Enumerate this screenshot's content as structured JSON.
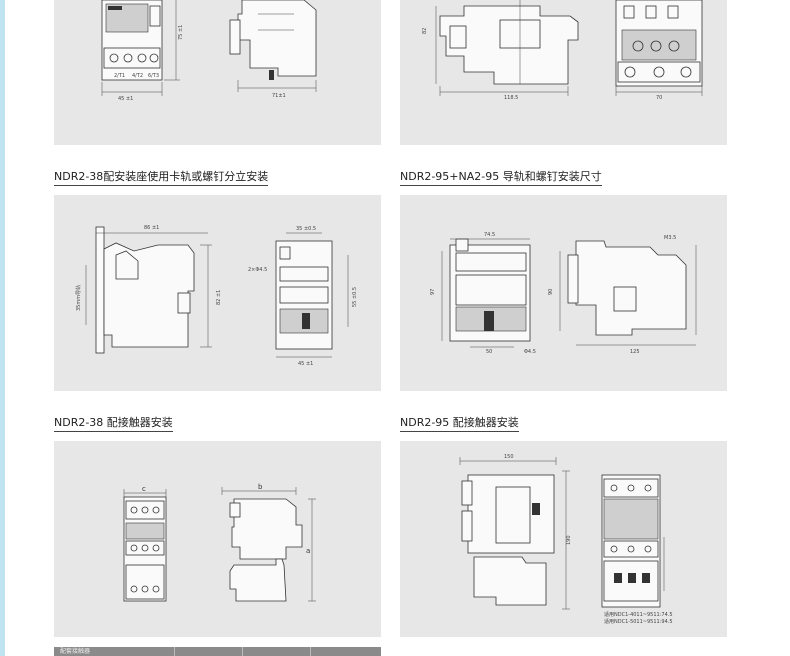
{
  "captions": {
    "mount_38": "NDR2-38配安装座使用卡轨或螺钉分立安装",
    "mount_95": "NDR2-95+NA2-95 导轨和螺钉安装尺寸",
    "contactor_38": "NDR2-38 配接触器安装",
    "contactor_95": "NDR2-95 配接触器安装"
  },
  "dims": {
    "top_left": {
      "height": "75 ±1",
      "width": "45 ±1",
      "side_width": "71±1",
      "terms": [
        "2/T1",
        "4/T2",
        "6/T3"
      ]
    },
    "top_right": {
      "height": "82",
      "width": "118.5",
      "side_width": "70"
    },
    "mount_38": {
      "width": "86 ±1",
      "height": "82 ±1",
      "rail": "35mm导轨",
      "front_top": "35 ±0.5",
      "hole": "2×Φ4.5",
      "hole_spacing": "55 ±0.5",
      "front_width": "45 ±1"
    },
    "mount_95": {
      "width": "74.5",
      "height": "97",
      "side_height": "90",
      "depth": "125",
      "mount": "M3.5",
      "hole": "Φ4.5",
      "bottom": "50"
    },
    "contactor_38": {
      "c": "c",
      "b": "b",
      "a": "a"
    },
    "contactor_95": {
      "width": "150",
      "height": "190",
      "model_a": "适用NDC1-4011~9511:74.5",
      "model_b": "适用NDC1-5011~9511:94.5"
    }
  },
  "table": {
    "header": "配套接触器"
  }
}
